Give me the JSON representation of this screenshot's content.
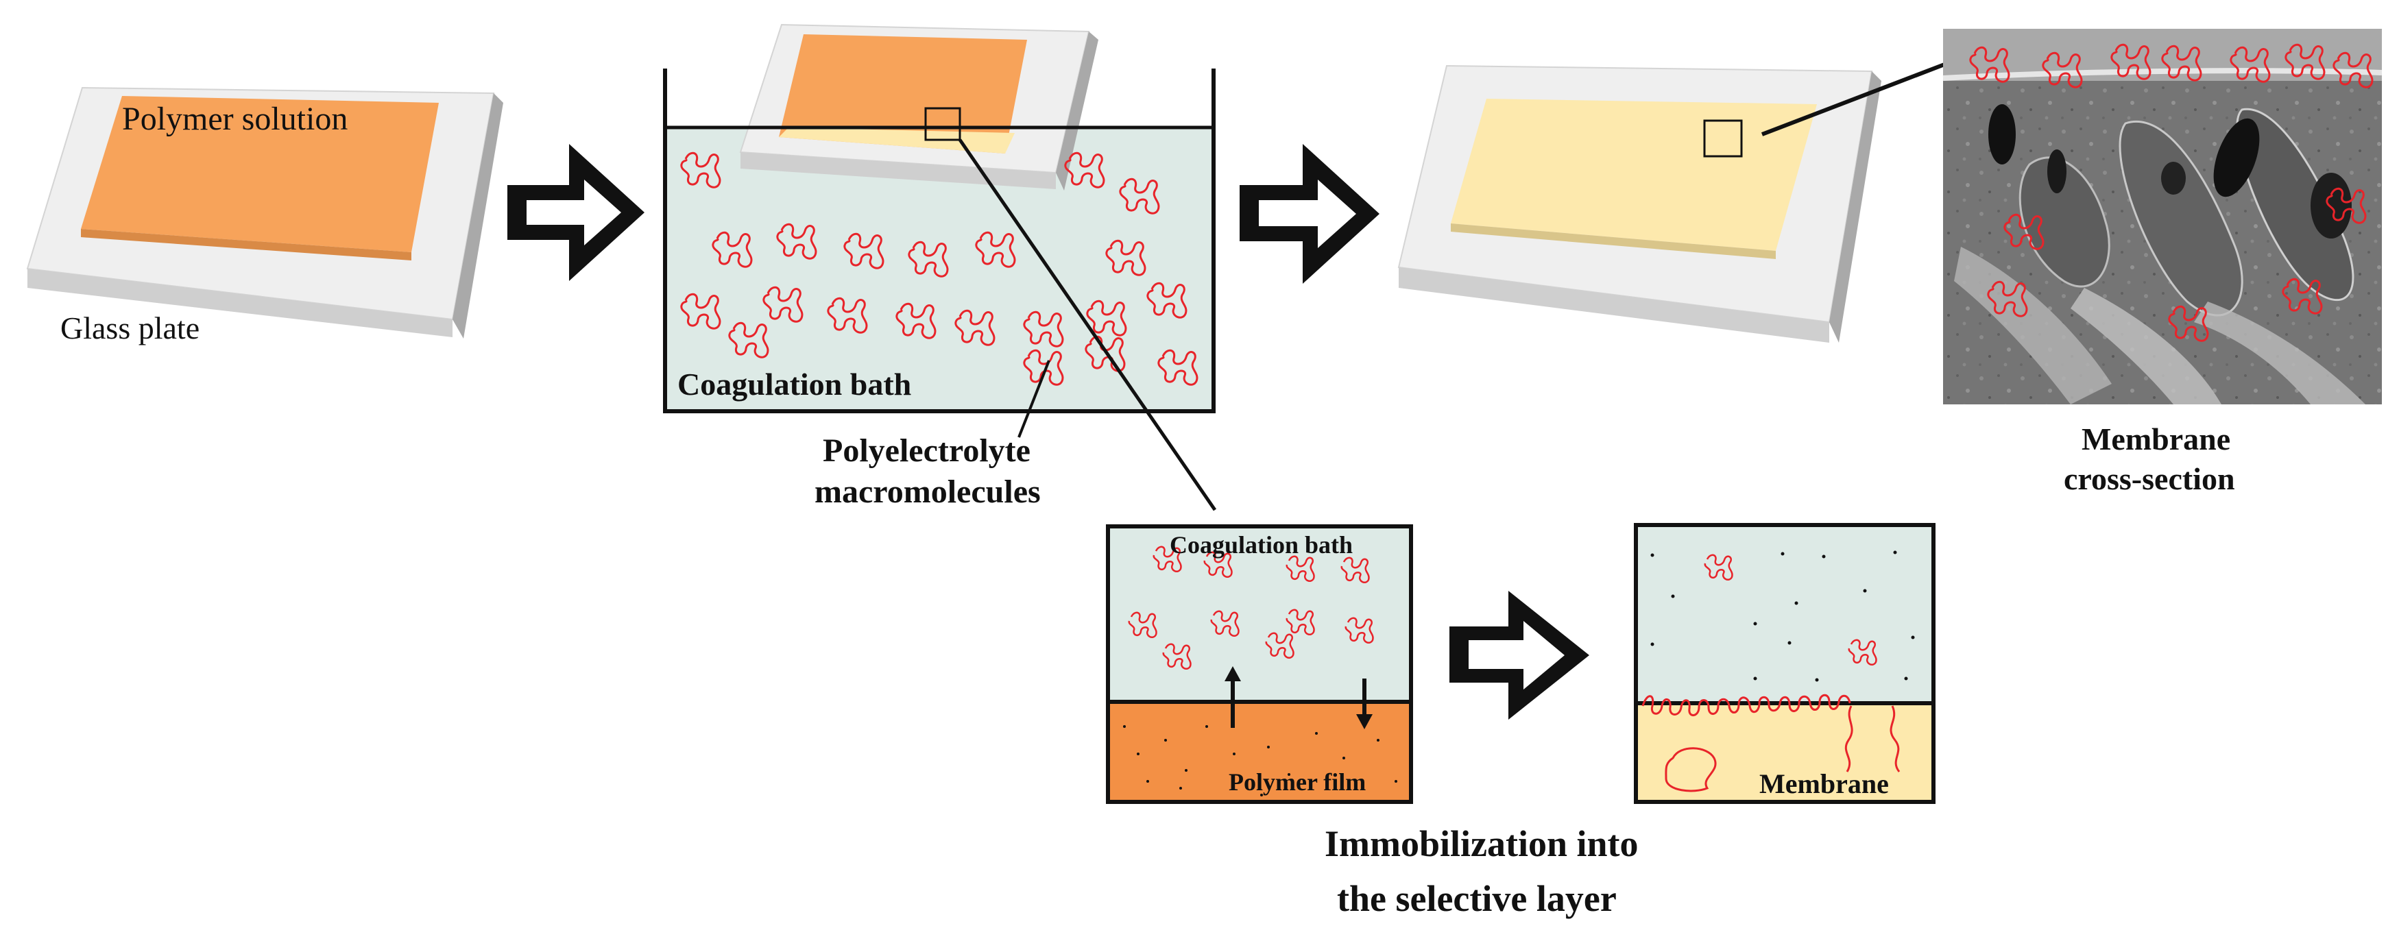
{
  "labels": {
    "polymer_solution": "Polymer solution",
    "glass_plate": "Glass plate",
    "coagulation_bath_main": "Coagulation bath",
    "polyelectrolyte_line1": "Polyelectrolyte",
    "polyelectrolyte_line2": "macromolecules",
    "membrane_cs_line1": "Membrane",
    "membrane_cs_line2": "cross-section",
    "coagulation_bath_zoom": "Coagulation bath",
    "polymer_film": "Polymer film",
    "membrane": "Membrane",
    "immobilization_line1": "Immobilization into",
    "immobilization_line2": "the selective layer"
  },
  "colors": {
    "polymer_solution": "#f7a35a",
    "bath_fill": "#ddeae6",
    "membrane_film": "#fde9ad",
    "plate_top": "#efefef",
    "plate_side": "#bdbdbd",
    "polyelectrolyte": "#e8242a",
    "outline": "#111111"
  }
}
